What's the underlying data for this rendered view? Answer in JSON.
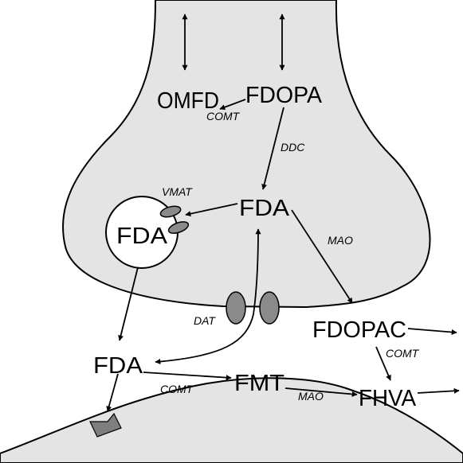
{
  "labels": {
    "omfd": "OMFD",
    "fdopa": "FDOPA",
    "comt_top": "COMT",
    "ddc": "DDC",
    "vmat": "VMAT",
    "fda_cyto": "FDA",
    "fda_vesicle": "FDA",
    "mao_upper": "MAO",
    "dat": "DAT",
    "fdopac": "FDOPAC",
    "comt_right": "COMT",
    "fda_synapse": "FDA",
    "comt_lower": "COMT",
    "fmt": "FMT",
    "mao_lower": "MAO",
    "fhva": "FHVA"
  },
  "colors": {
    "neuron_fill": "#e4e4e4",
    "vesicle_fill": "#ffffff",
    "transporter_fill": "#8a8a8a",
    "receptor_fill": "#7f7f7f",
    "outline": "#000000"
  }
}
